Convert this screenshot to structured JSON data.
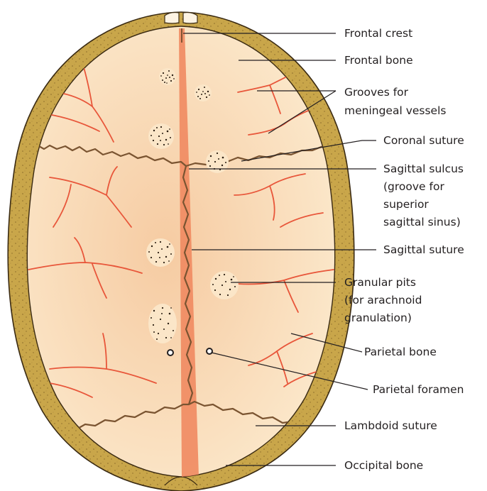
{
  "diagram": {
    "labels": {
      "frontal_crest": [
        "Frontal crest"
      ],
      "frontal_bone": [
        "Frontal bone"
      ],
      "grooves": [
        "Grooves for",
        "meningeal vessels"
      ],
      "coronal_suture": [
        "Coronal suture"
      ],
      "sagittal_sulcus": [
        "Sagittal sulcus",
        "(groove for",
        "superior",
        "sagittal sinus)"
      ],
      "sagittal_suture": [
        "Sagittal suture"
      ],
      "granular_pits": [
        "Granular pits",
        "(for arachnoid",
        "granulation)"
      ],
      "parietal_bone": [
        "Parietal bone"
      ],
      "parietal_foramen": [
        "Parietal foramen"
      ],
      "lambdoid_suture": [
        "Lambdoid suture"
      ],
      "occipital_bone": [
        "Occipital bone"
      ]
    },
    "colors": {
      "outer_bone": "#c9a64a",
      "outline": "#3a2a12",
      "inner_surface": "#fbe2c0",
      "inner_glow": "#f7cfa8",
      "sulcus": "#f08a60",
      "vessels": "#e8563a",
      "suture": "#7a5431",
      "pits": "#2b1e12"
    }
  }
}
